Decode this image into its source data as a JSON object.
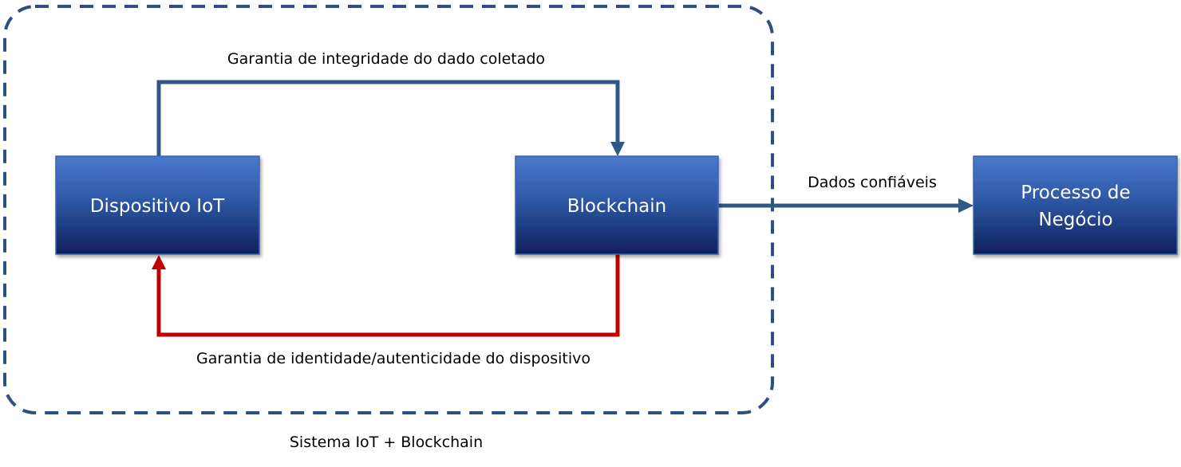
{
  "nodes": {
    "iot_device": {
      "label": "Dispositivo IoT"
    },
    "blockchain": {
      "label": "Blockchain"
    },
    "business_process": {
      "label_line1": "Processo de",
      "label_line2": "Negócio"
    }
  },
  "edges": {
    "integrity": {
      "label": "Garantia de integridade do dado coletado"
    },
    "identity": {
      "label": "Garantia de identidade/autenticidade do dispositivo"
    },
    "trusted_data": {
      "label": "Dados confiáveis"
    }
  },
  "group": {
    "label": "Sistema IoT + Blockchain"
  },
  "colors": {
    "arrow_blue": "#2e5886",
    "arrow_red": "#c00000",
    "box_top": "#4a78cc",
    "box_bottom": "#0f1f5a",
    "group_border": "#2e4f80"
  }
}
